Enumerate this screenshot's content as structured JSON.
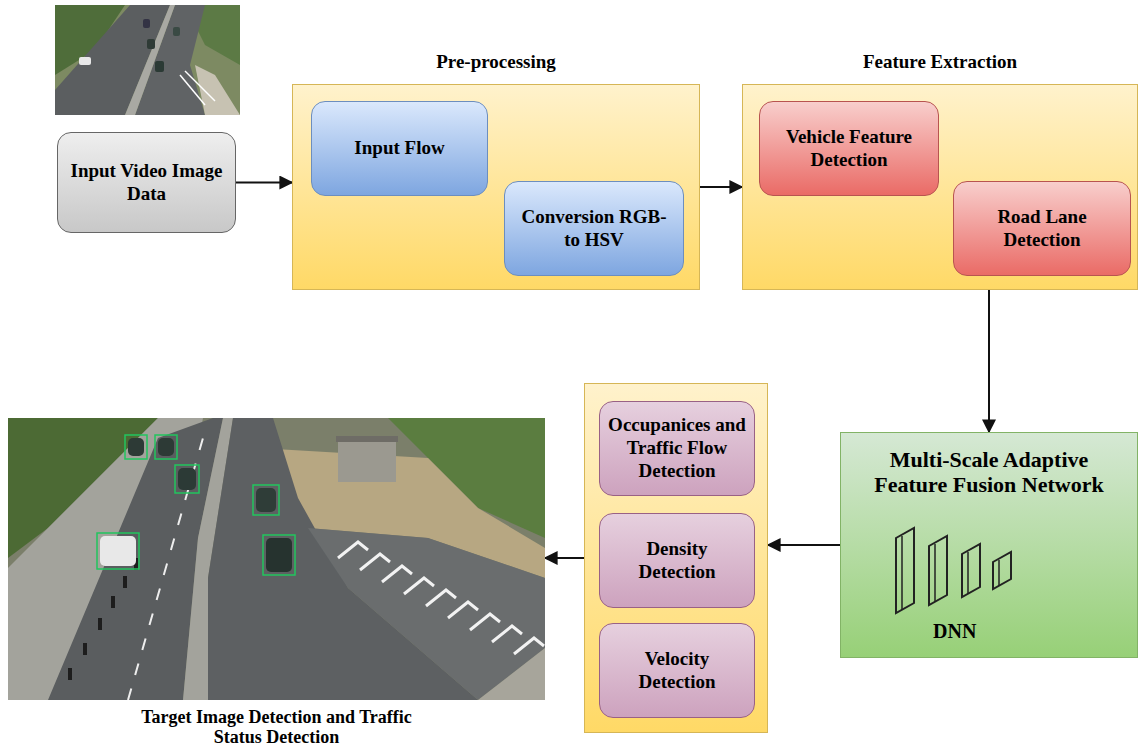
{
  "diagram": {
    "nodes": [
      {
        "text": [
          "Input Video Image Data"
        ]
      },
      {
        "text": [
          "Pre-processing"
        ]
      },
      {
        "text": [
          "Input Flow"
        ],
        "in": 1
      },
      {
        "text": [
          "Conversion RGB- to HSV"
        ],
        "in": 1
      },
      {
        "text": [
          "Feature Extraction"
        ]
      },
      {
        "text": [
          "Vehicle Feature Detection"
        ],
        "in": 4
      },
      {
        "text": [
          "Road Lane Detection"
        ],
        "in": 4
      },
      {
        "text": [
          "Multi-Scale Adaptive Feature Fusion Network",
          "DNN"
        ]
      },
      {
        "text": []
      },
      {
        "text": [
          "Occupanices and Traffic Flow Detection"
        ],
        "in": 8
      },
      {
        "text": [
          "Density Detection"
        ],
        "in": 8
      },
      {
        "text": [
          "Velocity Detection"
        ],
        "in": 8
      },
      {
        "text": [
          "Target Image Detection and Traffic Status Detection"
        ]
      }
    ],
    "edges": [
      {
        "from": 0,
        "to": 1,
        "arrow": "to"
      },
      {
        "from": 2,
        "to": 3,
        "arrow": "to"
      },
      {
        "from": 1,
        "to": 4,
        "arrow": "to"
      },
      {
        "from": 5,
        "to": 6,
        "arrow": "to"
      },
      {
        "from": 4,
        "to": 7,
        "arrow": "to"
      },
      {
        "from": 7,
        "to": 8,
        "arrow": "to"
      },
      {
        "from": 8,
        "to": 12,
        "arrow": "to"
      }
    ]
  }
}
